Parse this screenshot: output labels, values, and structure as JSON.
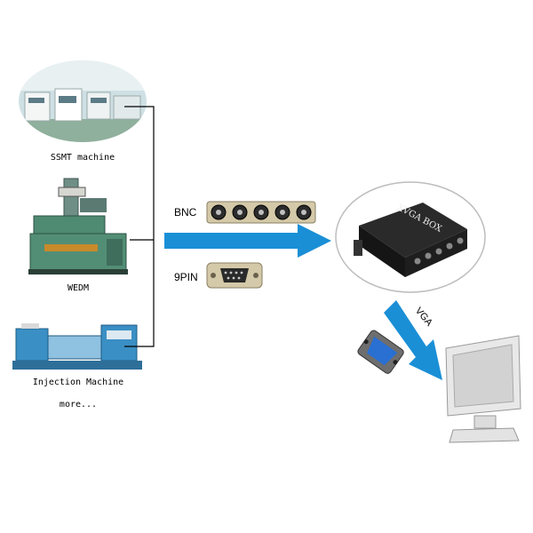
{
  "sources": [
    {
      "label": "SSMT machine"
    },
    {
      "label": "WEDM"
    },
    {
      "label": "Injection Machine"
    }
  ],
  "more_label": "more...",
  "connectors": {
    "bnc_label": "BNC",
    "pin_label": "9PIN",
    "vga_label": "VGA"
  },
  "device": {
    "brand_text": "XVGA BOX"
  },
  "colors": {
    "arrow": "#1a8fd6",
    "connector_strip": "#d4c9a8",
    "device_body": "#1e1e1e",
    "machine_blue": "#3a8fc4",
    "machine_green": "#4f8a72"
  }
}
